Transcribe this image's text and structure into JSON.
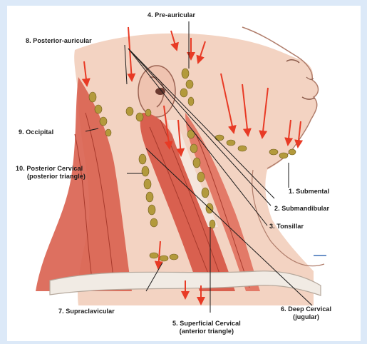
{
  "labels": {
    "pre_auricular": "4. Pre-auricular",
    "posterior_auricular": "8. Posterior-auricular",
    "occipital": "9. Occipital",
    "posterior_cervical_1": "10. Posterior Cervical",
    "posterior_cervical_2": "(posterior triangle)",
    "submental": "1. Submental",
    "submandibular": "2. Submandibular",
    "tonsillar": "3. Tonsillar",
    "deep_cervical_1": "6. Deep Cervical",
    "deep_cervical_2": "(jugular)",
    "supraclavicular": "7. Supraclavicular",
    "superficial_cervical_1": "5. Superficial Cervical",
    "superficial_cervical_2": "(anterior triangle)"
  },
  "colors": {
    "skin": "#f3d3c2",
    "muscle": "#d9604f",
    "node": "#b39a3c",
    "arrow": "#e83a25",
    "leader": "#1a1a1a"
  }
}
